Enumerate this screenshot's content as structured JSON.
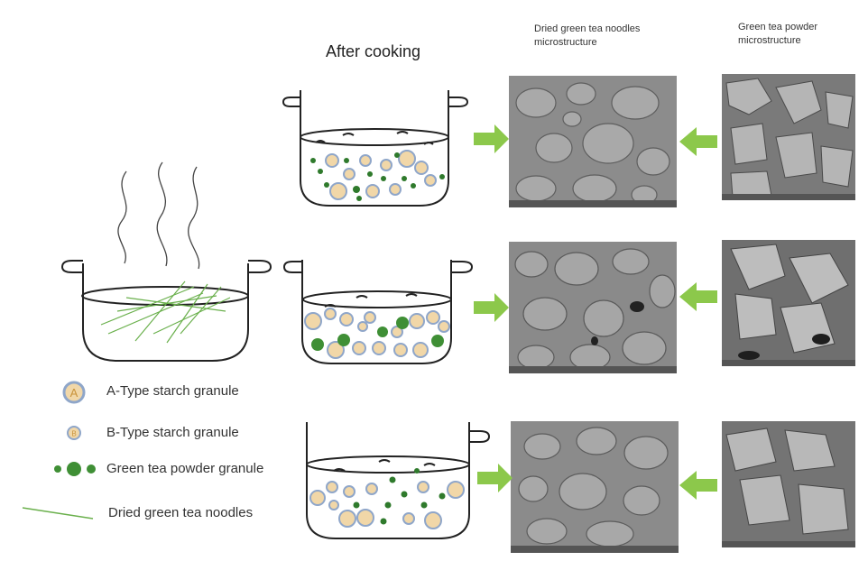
{
  "headers": {
    "after_cooking": "After cooking",
    "noodles_micro_line1": "Dried green tea noodles",
    "noodles_micro_line2": "microstructure",
    "powder_micro_line1": "Green tea powder",
    "powder_micro_line2": "microstructure"
  },
  "legend": {
    "a_type": "A-Type starch granule",
    "b_type": "B-Type starch granule",
    "green_tea": "Green tea powder granule",
    "noodles": "Dried green tea noodles"
  },
  "granule_letters": {
    "a": "A",
    "b": "B"
  },
  "colors": {
    "arrow": "#8cc84b",
    "tea_dark": "#2f7a2c",
    "tea_mid": "#3f8f35",
    "noodle": "#6ab04c",
    "granule_fill": "#f1d7a8",
    "granule_ring": "#8fa6c9",
    "sem_bg": "#8a8a8a"
  }
}
